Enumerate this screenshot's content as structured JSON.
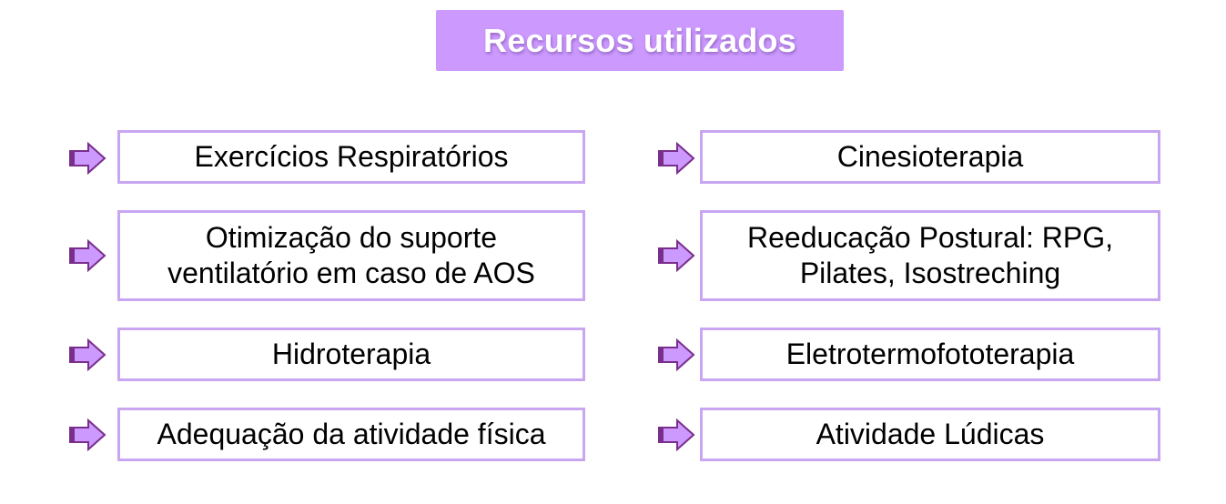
{
  "title": "Recursos utilizados",
  "colors": {
    "title_background": "#cc99ff",
    "title_text": "#ffffff",
    "box_border": "#c9a6f2",
    "arrow_fill": "#cc99ff",
    "arrow_outline": "#7a2e8c"
  },
  "items": [
    {
      "label": "Exercícios Respiratórios",
      "icon": "right-arrow-icon"
    },
    {
      "label": "Cinesioterapia",
      "icon": "right-arrow-icon"
    },
    {
      "label": "Otimização do suporte\nventilatório em caso de AOS",
      "icon": "right-arrow-icon"
    },
    {
      "label": "Reeducação Postural: RPG,\nPilates, Isostreching",
      "icon": "right-arrow-icon"
    },
    {
      "label": "Hidroterapia",
      "icon": "right-arrow-icon"
    },
    {
      "label": "Eletrotermofototerapia",
      "icon": "right-arrow-icon"
    },
    {
      "label": "Adequação da atividade física",
      "icon": "right-arrow-icon"
    },
    {
      "label": "Atividade Lúdicas",
      "icon": "right-arrow-icon"
    }
  ]
}
